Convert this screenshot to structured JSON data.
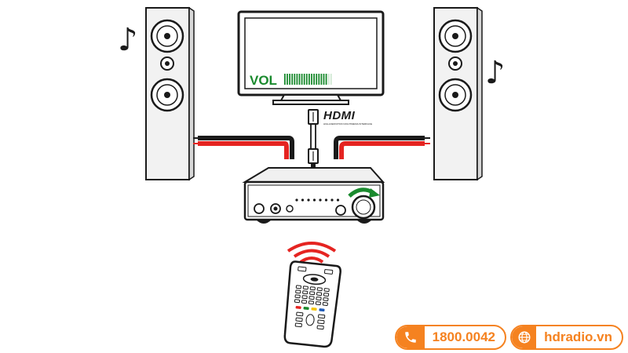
{
  "tv": {
    "screen_text": "VOL",
    "accent_color": "#1a8a2e",
    "volume_level": 0.9
  },
  "hdmi": {
    "logo_text": "HDMI",
    "tagline": "HIGH-DEFINITION MULTIMEDIA INTERFACE"
  },
  "speakers": {
    "left_note": "♪",
    "right_note": "♪"
  },
  "remote": {
    "signal_color": "#e52421"
  },
  "contact": {
    "phone": "1800.0042",
    "website": "hdradio.vn",
    "phone_icon": "phone-icon",
    "web_icon": "globe-icon",
    "brand_color": "#f58220"
  }
}
